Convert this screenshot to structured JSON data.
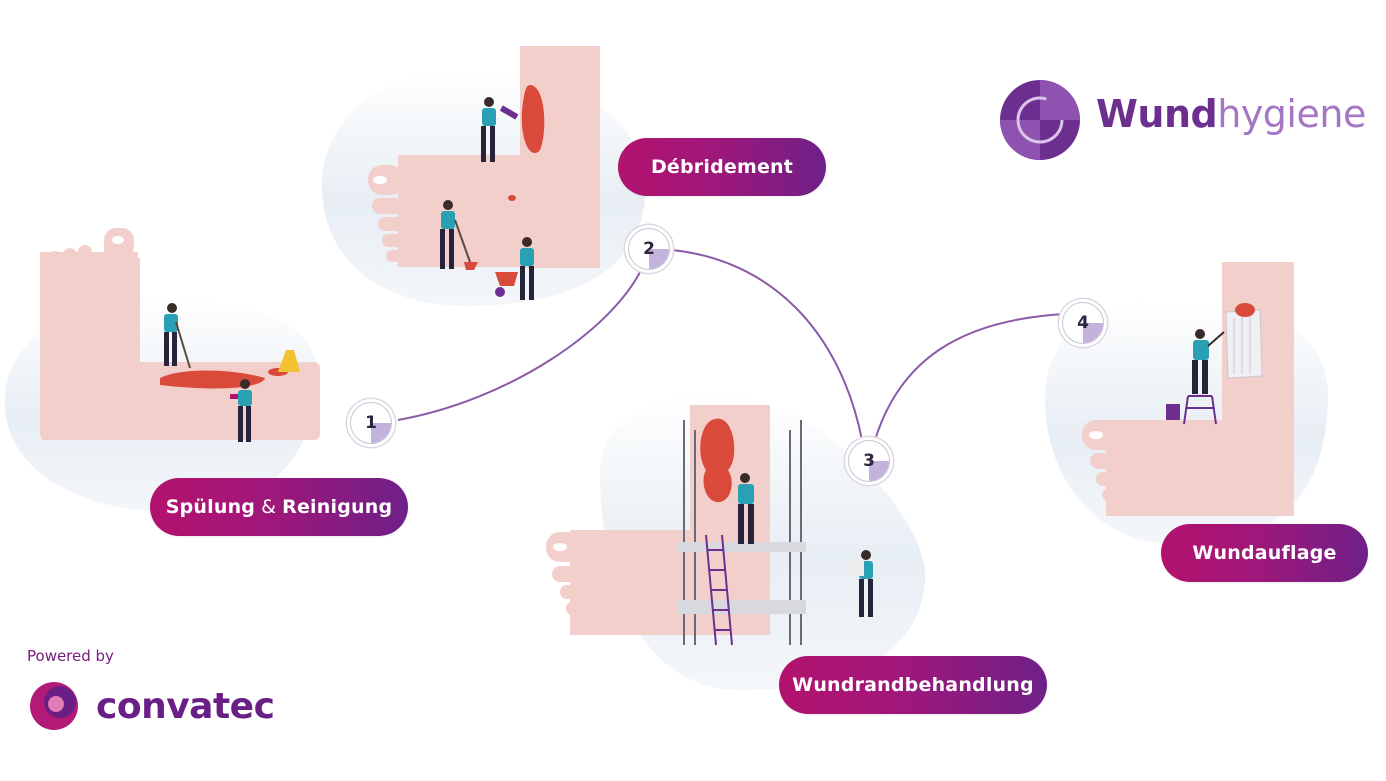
{
  "brand": {
    "name_bold": "Wund",
    "name_light": "hygiene"
  },
  "steps": [
    {
      "number": "1",
      "label": "Spülung",
      "label_amp": "&",
      "label_end": "Reinigung"
    },
    {
      "number": "2",
      "label": "Débridement"
    },
    {
      "number": "3",
      "label": "Wundrandbehandlung"
    },
    {
      "number": "4",
      "label": "Wundauflage"
    }
  ],
  "footer": {
    "powered_by": "Powered by",
    "company": "convatec"
  },
  "colors": {
    "pill_start": "#b3126e",
    "pill_end": "#6e2088",
    "foot_skin": "#f3cfcc",
    "wound": "#d94a3a",
    "worker_shirt": "#2aa0b5",
    "worker_pants": "#26233a",
    "brand_purple": "#6d2f8f",
    "path_line": "#8a5ba8"
  }
}
